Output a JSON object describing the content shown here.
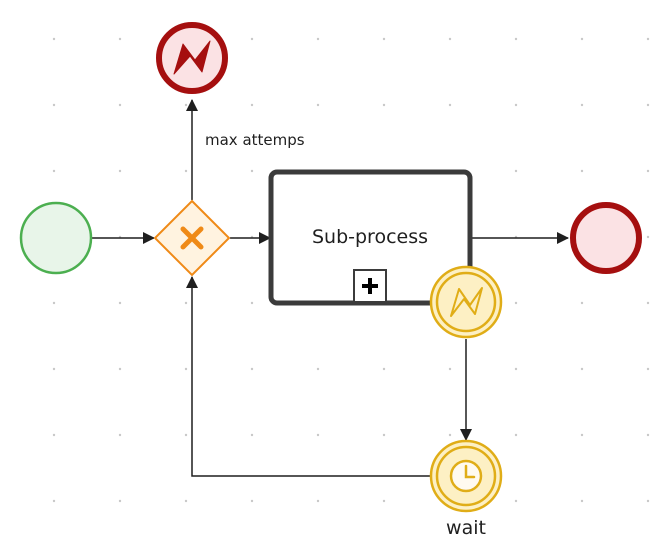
{
  "diagram": {
    "subprocess_label": "Sub-process",
    "flow_label_max_attempts": "max attemps",
    "timer_label": "wait",
    "elements": [
      {
        "id": "start-event",
        "type": "start-event"
      },
      {
        "id": "gateway",
        "type": "exclusive-gateway"
      },
      {
        "id": "error-end-event",
        "type": "error-end-event"
      },
      {
        "id": "subprocess",
        "type": "collapsed-subprocess"
      },
      {
        "id": "boundary-error-event",
        "type": "boundary-error-event"
      },
      {
        "id": "end-event",
        "type": "end-event"
      },
      {
        "id": "timer-event",
        "type": "intermediate-timer-event"
      }
    ],
    "icons": {
      "gateway": "x-icon",
      "error": "lightning-icon",
      "timer": "clock-icon",
      "subprocess_marker": "plus-icon"
    }
  },
  "colors": {
    "start_fill": "#e8f5e9",
    "start_stroke": "#4caf50",
    "gateway_fill": "#fff3e0",
    "gateway_stroke": "#ef8a17",
    "error_stroke": "#a50f0f",
    "end_fill": "#fbe2e4",
    "yellow_fill": "#fdf0c4",
    "yellow_stroke": "#e0ad17",
    "task_stroke": "#3b3b3b",
    "grid_dot": "#c8c8c8"
  }
}
